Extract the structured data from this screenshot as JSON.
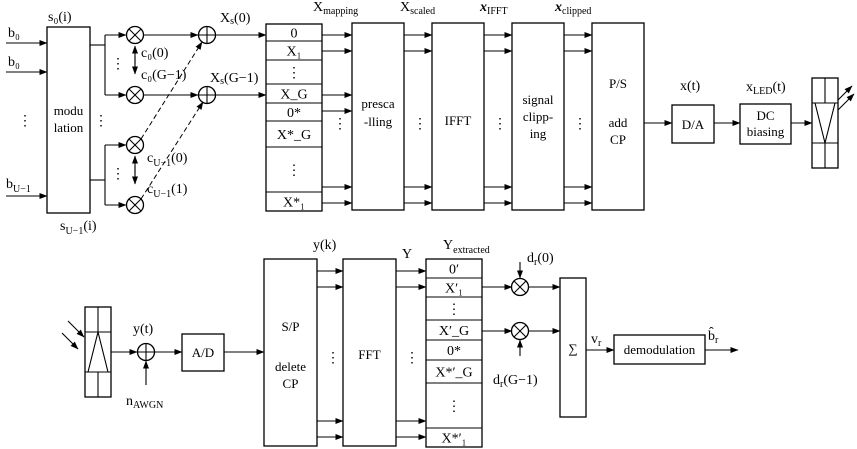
{
  "inputs": {
    "b0": "b₀",
    "b0_2": "b₀",
    "dots": "⋮",
    "bU1": "b",
    "bU1_sub": "U−1"
  },
  "signals": {
    "s0": "s₀(i)",
    "sU1": "s",
    "sU1_sub": "U−1",
    "sU1_suffix": "(i)",
    "c0_0": "c₀(0)",
    "c0_G": "c₀(G−1)",
    "cU_0": "c",
    "cU_0_sub": "U−1",
    "cU_0_suffix": "(0)",
    "cU_1": "c",
    "cU_1_sub": "U−1",
    "cU_1_suffix": "(1)",
    "Xs0": "X",
    "Xs0_sub": "s",
    "Xs0_suffix": "(0)",
    "XsG": "X",
    "XsG_sub": "s",
    "XsG_suffix": "(G−1)",
    "Xmap": "X",
    "Xmap_sub": "mapping",
    "Xscaled": "X",
    "Xscaled_sub": "scaled",
    "xIFFT": "x",
    "xIFFT_sub": "IFFT",
    "xclip": "x",
    "xclip_sub": "clipped",
    "xt": "x(t)",
    "xLED": "x",
    "xLED_sub": "LED",
    "xLED_suffix": "(t)",
    "yt": "y(t)",
    "nAWGN": "n",
    "nAWGN_sub": "AWGN",
    "yk": "y(k)",
    "Y": "Y",
    "Yext": "Y",
    "Yext_sub": "extracted",
    "dr0": "d",
    "dr0_sub": "r",
    "dr0_suffix": "(0)",
    "drG": "d",
    "drG_sub": "r",
    "drG_suffix": "(G−1)",
    "vr": "v",
    "vr_sub": "r",
    "br": "b̂",
    "br_sub": "r"
  },
  "blocks": {
    "modulation_1": "modu",
    "modulation_2": "lation",
    "prescaling_1": "presca",
    "prescaling_2": "-lling",
    "ifft": "IFFT",
    "clip_1": "signal",
    "clip_2": "clipp-",
    "clip_3": "ing",
    "ps_1": "P/S",
    "ps_2": "add",
    "ps_3": "CP",
    "da": "D/A",
    "dc_1": "DC",
    "dc_2": "biasing",
    "ad": "A/D",
    "sp_1": "S/P",
    "sp_2": "delete",
    "sp_3": "CP",
    "fft": "FFT",
    "sum": "∑",
    "demod": "demodulation"
  },
  "mapping_cells": [
    "0",
    "X₁",
    "⋮",
    "X_G",
    "0*",
    "X*_G",
    "⋮",
    "X*₁"
  ],
  "extracted_cells": [
    "0′",
    "X′₁",
    "⋮",
    "X′_G",
    "0*",
    "X*′_G",
    "⋮",
    "X*′₁"
  ]
}
